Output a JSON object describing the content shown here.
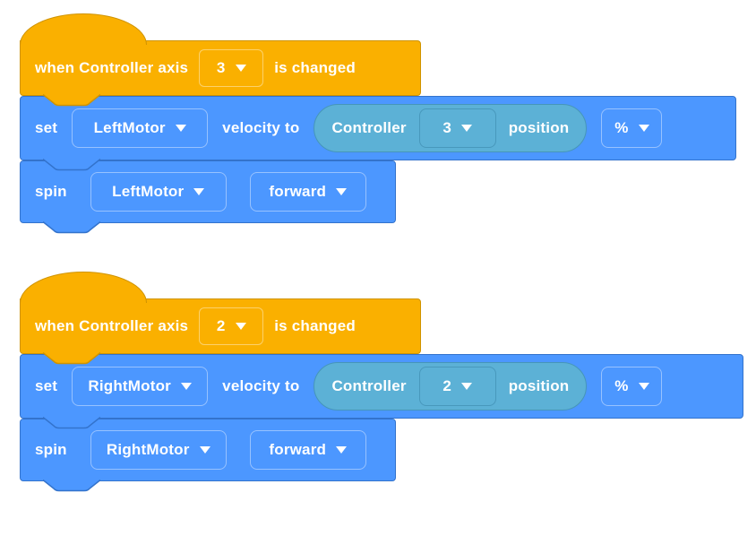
{
  "app": "block-programming-workspace",
  "palette": {
    "event_fill": "#FAB000",
    "event_border": "#CF9300",
    "motion_fill": "#4C97FF",
    "motion_border": "#3373CC",
    "sensing_fill": "#5CB1D6",
    "sensing_border": "#4696B9",
    "text": "#FFFFFF"
  },
  "stacks": [
    {
      "hat": {
        "text_before": "when Controller axis",
        "axis": "3",
        "text_after": "is changed"
      },
      "set": {
        "keyword": "set",
        "motor": "LeftMotor",
        "label": "velocity to",
        "sensor": {
          "device": "Controller",
          "axis": "3",
          "property": "position"
        },
        "unit": "%"
      },
      "spin": {
        "keyword": "spin",
        "motor": "LeftMotor",
        "direction": "forward"
      }
    },
    {
      "hat": {
        "text_before": "when Controller axis",
        "axis": "2",
        "text_after": "is changed"
      },
      "set": {
        "keyword": "set",
        "motor": "RightMotor",
        "label": "velocity to",
        "sensor": {
          "device": "Controller",
          "axis": "2",
          "property": "position"
        },
        "unit": "%"
      },
      "spin": {
        "keyword": "spin",
        "motor": "RightMotor",
        "direction": "forward"
      }
    }
  ]
}
